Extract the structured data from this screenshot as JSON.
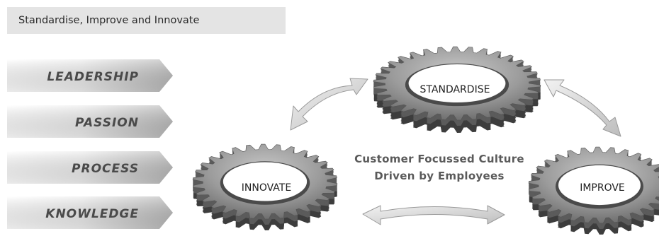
{
  "header": {
    "title": "Standardise, Improve and Innovate"
  },
  "pillars": [
    "LEADERSHIP",
    "PASSION",
    "PROCESS",
    "KNOWLEDGE"
  ],
  "gears": {
    "standardise": "STANDARDISE",
    "improve": "IMPROVE",
    "innovate": "INNOVATE"
  },
  "center": {
    "line1": "Customer Focussed Culture",
    "line2": "Driven by Employees"
  },
  "colors": {
    "header_bg": "#e4e4e4",
    "gear_face": "#9a9a9a",
    "arrow_fill": "#d6d6d6"
  }
}
